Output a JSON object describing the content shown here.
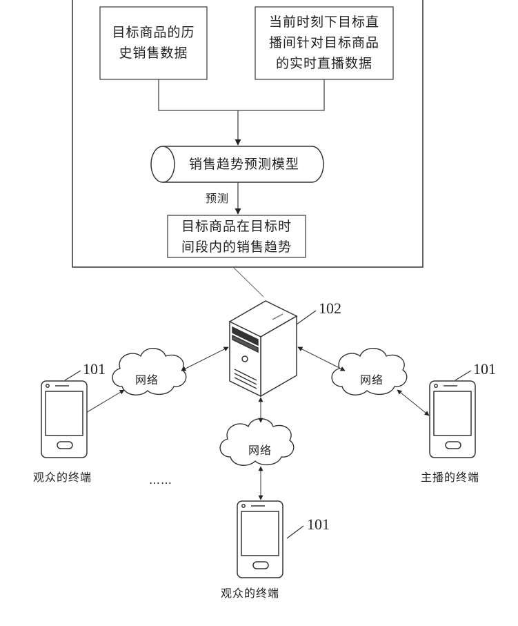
{
  "boxes": {
    "history_line1": "目标商品的历",
    "history_line2": "史销售数据",
    "live_line1": "当前时刻下目标直",
    "live_line2": "播间针对目标商品",
    "live_line3": "的实时直播数据",
    "model": "销售趋势预测模型",
    "predict_edge": "预测",
    "result_line1": "目标商品在目标时",
    "result_line2": "间段内的销售趋势"
  },
  "network": {
    "cloud_left": "网络",
    "cloud_right": "网络",
    "cloud_bottom": "网络",
    "server_ref": "102",
    "terminal_left_ref": "101",
    "terminal_right_ref": "101",
    "terminal_bottom_ref": "101",
    "terminal_left_caption": "观众的终端",
    "terminal_right_caption": "主播的终端",
    "terminal_bottom_caption": "观众的终端",
    "ellipsis": "……"
  }
}
